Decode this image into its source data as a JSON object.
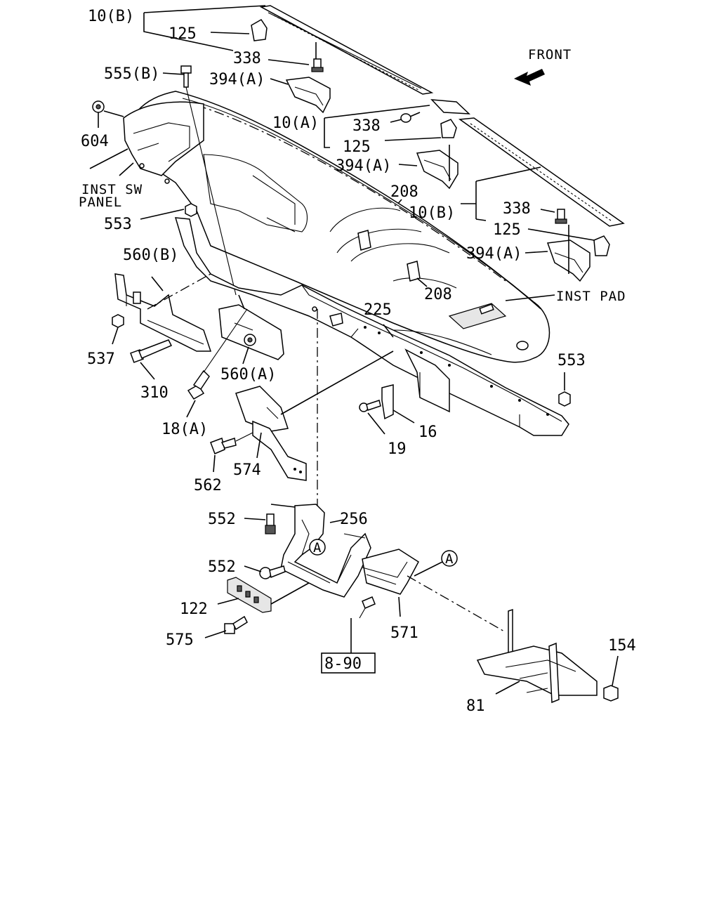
{
  "diagram": {
    "labels": {
      "l10b_top": "10(B)",
      "l125_top": "125",
      "l338_top": "338",
      "l555b": "555(B)",
      "l394a_top": "394(A)",
      "front": "FRONT",
      "l604": "604",
      "l10a": "10(A)",
      "l338_mid": "338",
      "l125_mid": "125",
      "l394a_mid": "394(A)",
      "inst_sw": "INST SW",
      "panel": "PANEL",
      "l208_top": "208",
      "l10b_right": "10(B)",
      "l338_right": "338",
      "l553_left": "553",
      "l125_right": "125",
      "l394a_right": "394(A)",
      "l560b": "560(B)",
      "l208_bot": "208",
      "inst_pad": "INST PAD",
      "l225": "225",
      "l537": "537",
      "l553_right": "553",
      "l310": "310",
      "l560a": "560(A)",
      "l18a": "18(A)",
      "l16": "16",
      "l19": "19",
      "l574": "574",
      "l562": "562",
      "l552_top": "552",
      "l256": "256",
      "circ_a1": "A",
      "circ_a2": "A",
      "l552_mid": "552",
      "l122": "122",
      "l571": "571",
      "l154": "154",
      "l575": "575",
      "ref_890": "8-90",
      "l81": "81"
    }
  }
}
